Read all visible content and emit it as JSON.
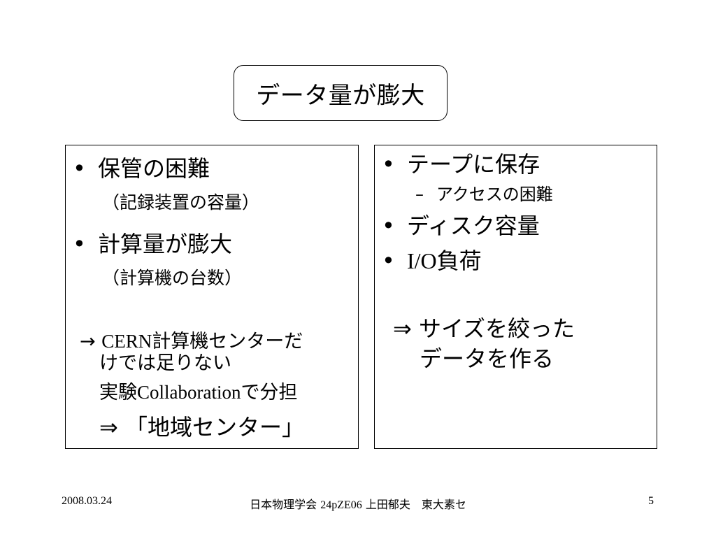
{
  "slide": {
    "title": "データ量が膨大",
    "left_panel": {
      "bullet1": "保管の困難",
      "bullet1_sub": "（記録装置の容量）",
      "bullet2": "計算量が膨大",
      "bullet2_sub": "（計算機の台数）",
      "note_arrow": "→",
      "note_line1_a": "CERN",
      "note_line1_b": "計算機センターだ",
      "note_line2": "けでは足りない",
      "note_line3_a": "実験",
      "note_line3_b": "Collaboration",
      "note_line3_c": "で分担",
      "note_implies": "⇒",
      "note_line4": "「地域センター」"
    },
    "right_panel": {
      "bullet1": "テープに保存",
      "bullet1_sub_dash": "–",
      "bullet1_sub": "アクセスの困難",
      "bullet2": "ディスク容量",
      "bullet3_a": "I/O",
      "bullet3_b": "負荷",
      "conclusion_implies": "⇒",
      "conclusion_line1": "サイズを絞った",
      "conclusion_line2": "データを作る"
    },
    "bullet_char": "•"
  },
  "footer": {
    "date": "2008.03.24",
    "center_a": "日本物理学会",
    "center_b": "24pZE06",
    "center_c": "上田郁夫　東大素セ",
    "page_number": "5"
  }
}
